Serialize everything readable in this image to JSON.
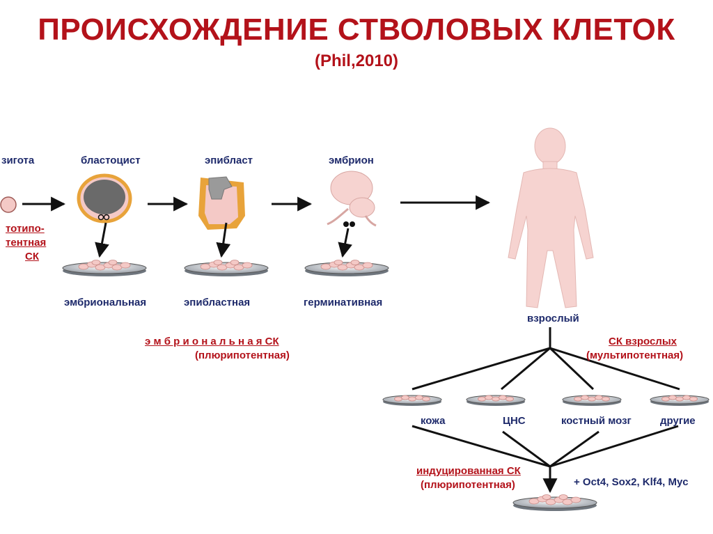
{
  "title": "ПРОИСХОЖДЕНИЕ СТВОЛОВЫХ КЛЕТОК",
  "subtitle": "(Phil,2010)",
  "stages": {
    "zygote": "зигота",
    "blastocyst": "бластоцист",
    "epiblast": "эпибласт",
    "embryo": "эмбрион",
    "adult": "взрослый"
  },
  "totipotent": {
    "line1": "тотипо-",
    "line2": "тентная",
    "line3": "СК"
  },
  "cultures": {
    "embryonic": "эмбриональная",
    "epiblastic": "эпибластная",
    "germinative": "герминативная"
  },
  "embryonic_sc": {
    "label": "э м б р и о н а л ь н а я СК",
    "sub": "(плюрипотентная)"
  },
  "adult_sc": {
    "label": "СК взрослых",
    "sub": "(мультипотентная)"
  },
  "tissues": {
    "skin": "кожа",
    "cns": "ЦНС",
    "bone_marrow": "костный мозг",
    "other": "другие"
  },
  "induced_sc": {
    "label": "индуцированная СК",
    "sub": "(плюрипотентная)"
  },
  "factors": "+ Oct4, Sox2, Klf4, Myc",
  "colors": {
    "title": "#b3121a",
    "label": "#1e2a6b",
    "cell": "#f4c9c6",
    "yolk": "#e8a33a"
  }
}
